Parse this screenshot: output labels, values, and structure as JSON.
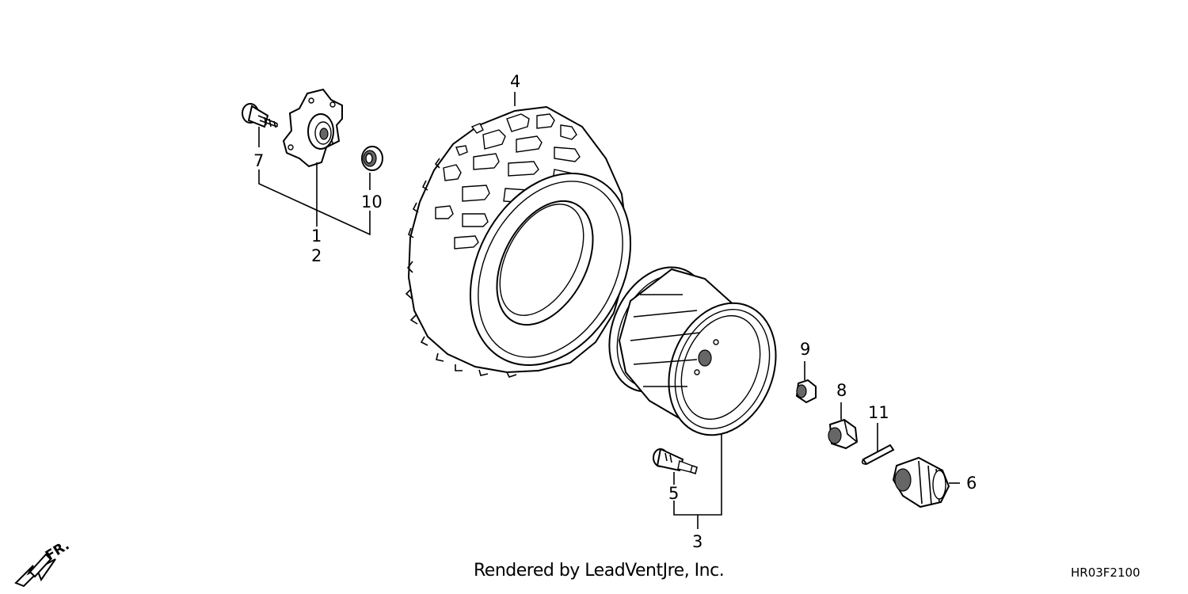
{
  "callouts": {
    "c1": "1",
    "c2": "2",
    "c3": "3",
    "c4": "4",
    "c5": "5",
    "c6": "6",
    "c7": "7",
    "c8": "8",
    "c9": "9",
    "c10": "10",
    "c11": "11"
  },
  "direction_label": "FR.",
  "footer": {
    "credit": "Rendered by LeadVentJre, Inc.",
    "diagram_code": "HR03F2100"
  }
}
